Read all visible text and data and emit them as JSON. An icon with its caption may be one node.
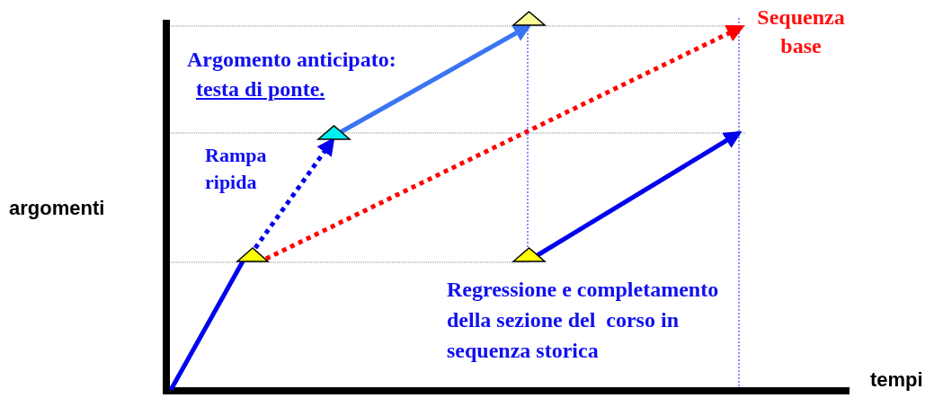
{
  "diagram": {
    "nodes": [
      {
        "text": [],
        "shape": "triangle"
      },
      {
        "text": [],
        "shape": "triangle"
      },
      {
        "text": [],
        "shape": "triangle"
      },
      {
        "text": [],
        "shape": "triangle"
      },
      {
        "text": [
          "Sequenza base"
        ]
      }
    ],
    "edges": [
      {
        "from": null,
        "to": 0,
        "arrow": "none"
      },
      {
        "from": 0,
        "to": 1,
        "arrow": "to",
        "style": "dashed"
      },
      {
        "from": 1,
        "to": 2,
        "arrow": "to",
        "color": "#3a74f2"
      },
      {
        "from": 0,
        "to": 4,
        "arrow": "to",
        "style": "dashed",
        "color": "#ff0000"
      },
      {
        "from": 3,
        "to": null,
        "arrow": "to"
      },
      {
        "from": 2,
        "to": 3,
        "arrow": "none",
        "style": "dashed",
        "color": "#4444ff"
      }
    ],
    "labels": [
      "argomenti",
      "tempi",
      "Argomento anticipato:",
      "testa di ponte.",
      "Rampa ripida",
      "Regressione e completamento della sezione del  corso in sequenza storica"
    ]
  }
}
